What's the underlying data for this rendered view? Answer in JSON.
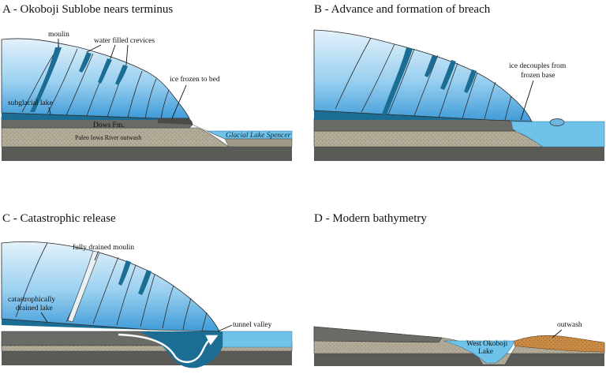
{
  "panels": {
    "a": {
      "title": "A - Okoboji Sublobe nears terminus",
      "labels": {
        "moulin": "moulin",
        "crevices": "water filled crevices",
        "frozen": "ice frozen to bed",
        "lake": "subglacial lake",
        "dows": "Dows Fm.",
        "outwash": "Paleo Iowa River outwash",
        "spencer": "Glacial Lake Spencer"
      }
    },
    "b": {
      "title": "B - Advance and formation of breach",
      "labels": {
        "decouple_1": "ice decouples from",
        "decouple_2": "frozen base"
      }
    },
    "c": {
      "title": "C - Catastrophic release",
      "labels": {
        "moulin": "fully drained moulin",
        "lake_1": "catastrophically",
        "lake_2": "drained lake",
        "valley": "tunnel valley"
      }
    },
    "d": {
      "title": "D - Modern bathymetry",
      "labels": {
        "outwash": "outwash",
        "lake_1": "West Okoboji",
        "lake_2": "Lake"
      }
    }
  },
  "colors": {
    "ice_top": "#e4f2fb",
    "ice_bottom": "#4aa3dd",
    "meltwater": "#1b6d93",
    "lake_water": "#6fc3ea",
    "dows": "#6a6a66",
    "outwash": "#b2ab98",
    "bedrock": "#5a5a57",
    "sand": "#c98a45"
  }
}
